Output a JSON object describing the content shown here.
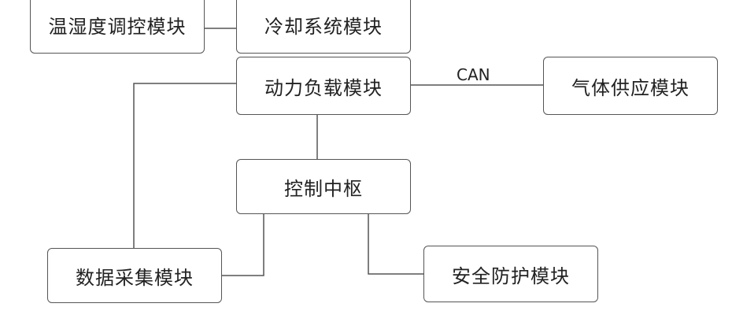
{
  "diagram": {
    "nodes": {
      "temp_humidity": "温湿度调控模块",
      "cooling": "冷却系统模块",
      "power_load": "动力负载模块",
      "gas_supply": "气体供应模块",
      "control_hub": "控制中枢",
      "data_collection": "数据采集模块",
      "safety": "安全防护模块"
    },
    "edge_labels": {
      "can": "CAN"
    },
    "colors": {
      "line": "#555555",
      "border": "#555555",
      "text": "#222222"
    }
  }
}
